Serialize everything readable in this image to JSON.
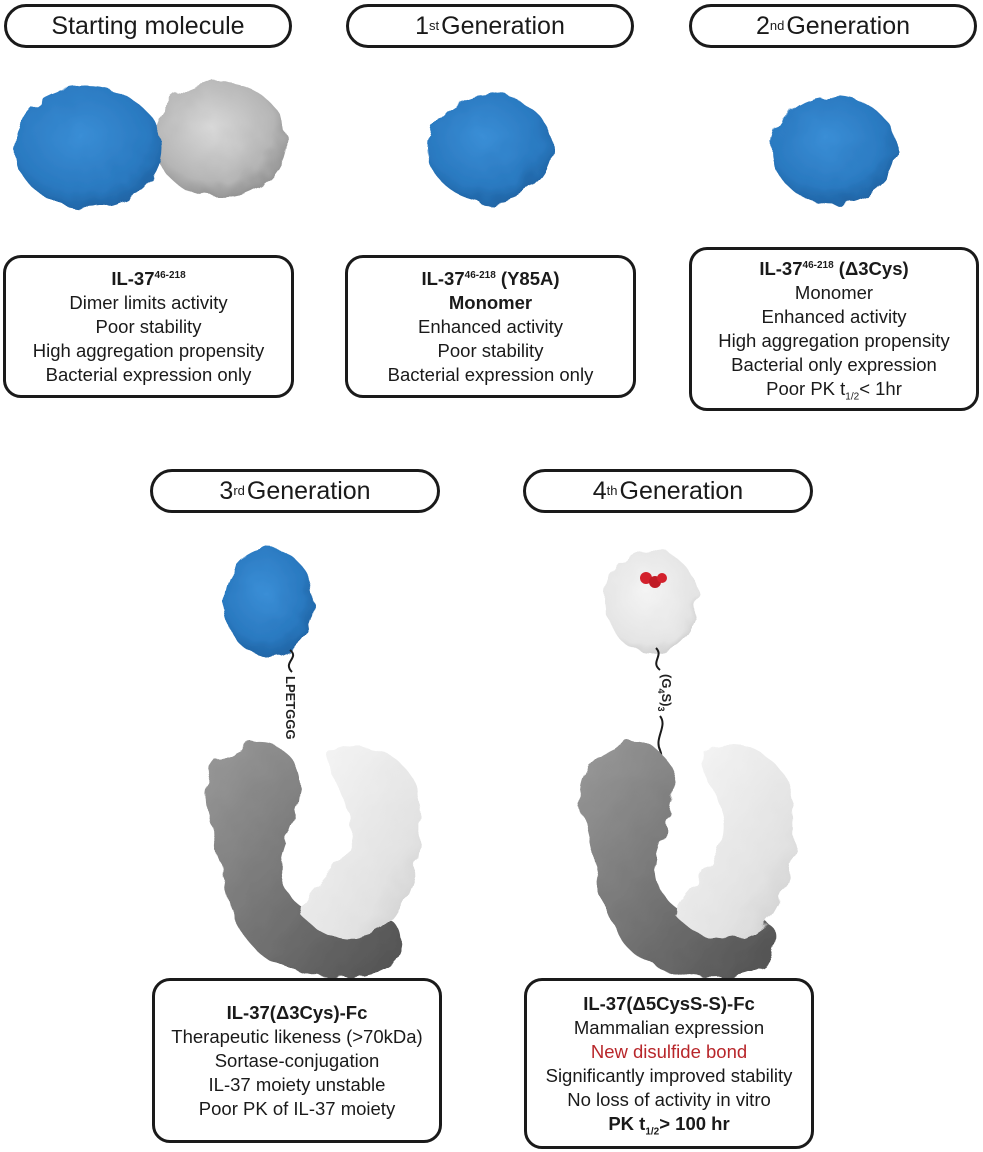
{
  "generations": [
    {
      "header": {
        "pre": "Starting molecule",
        "sup": "",
        "post": ""
      },
      "title": {
        "pre": "IL-37",
        "sup": "46-218",
        "post": ""
      },
      "lines": [
        "Dimer limits activity",
        "Poor stability",
        "High aggregation propensity",
        "Bacterial expression only"
      ]
    },
    {
      "header": {
        "pre": "1",
        "sup": "st",
        "post": " Generation"
      },
      "title": {
        "pre": "IL-37",
        "sup": "46-218",
        "post": " (Y85A)"
      },
      "subtitle": "Monomer",
      "lines": [
        "Enhanced activity",
        "Poor stability",
        "Bacterial expression only"
      ]
    },
    {
      "header": {
        "pre": "2",
        "sup": "nd",
        "post": " Generation"
      },
      "title": {
        "pre": "IL-37",
        "sup": "46-218",
        "post": " (Δ3Cys)"
      },
      "lines": [
        "Monomer",
        "Enhanced activity",
        "High aggregation propensity",
        "Bacterial only expression"
      ],
      "last_line": {
        "pre": "Poor PK t",
        "sub": "1/2",
        "post": "< 1hr"
      }
    },
    {
      "header": {
        "pre": "3",
        "sup": "rd",
        "post": " Generation"
      },
      "title": {
        "pre": "IL-37(Δ3Cys)-Fc",
        "sup": "",
        "post": ""
      },
      "linker": "LPETGGG",
      "lines": [
        "Therapeutic likeness (>70kDa)",
        "Sortase-conjugation",
        "IL-37 moiety unstable",
        "Poor PK of IL-37 moiety"
      ]
    },
    {
      "header": {
        "pre": "4",
        "sup": "th",
        "post": " Generation"
      },
      "title": {
        "pre": "IL-37(Δ5CysS-S)-Fc",
        "sup": "",
        "post": ""
      },
      "linker": {
        "pre": "(G",
        "sub": "4",
        "mid": "S)",
        "sub2": "3"
      },
      "lines": [
        "Mammalian expression"
      ],
      "highlight_line": "New disulfide bond",
      "lines_after": [
        "Significantly improved stability",
        "No loss of activity in vitro"
      ],
      "last_line": {
        "pre": "PK t",
        "sub": "1/2",
        "post": "> 100 hr"
      }
    }
  ],
  "colors": {
    "il37_blue": "#2f7fc8",
    "dimer_grey": "#bdbdbd",
    "fc_dark": "#7c7c7c",
    "fc_light": "#e6e6e6",
    "disulfide_red": "#d3212c",
    "highlight_text": "#b8262a"
  }
}
